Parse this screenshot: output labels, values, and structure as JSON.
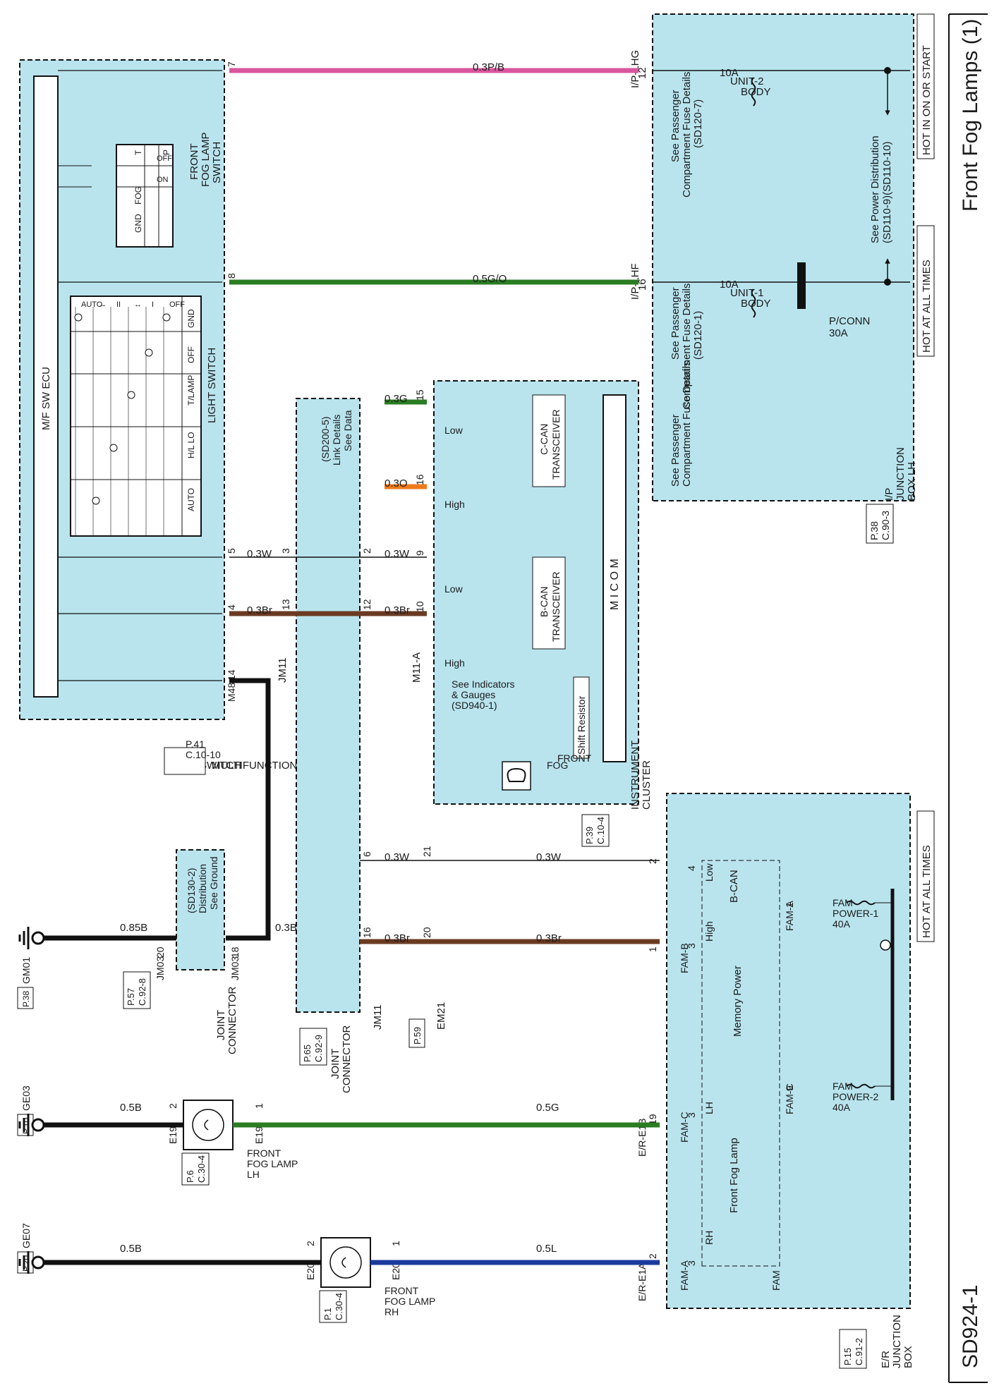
{
  "header": {
    "title": "Front Fog Lamps (1)",
    "code": "SD924-1"
  },
  "colors": {
    "module_fill": "#b9e4ee",
    "wire_pink": "#d9579e",
    "wire_green": "#2a7d22",
    "wire_green_orange": "#e07a10",
    "wire_orange": "#ef7a1a",
    "wire_brown": "#6b3a22",
    "wire_blue": "#1c3a9c",
    "wire_black": "#111111",
    "wire_white": "#ffffff",
    "ref_link": "#1b2ca8"
  },
  "ip_junction_box": {
    "labels": [
      "I/P",
      "JUNCTION",
      "BOX LH"
    ],
    "page": "P.38",
    "conn": "C.90-3",
    "hot_on_start": "HOT IN ON OR START",
    "hot_at_all_times": "HOT AT ALL TIMES",
    "power_dist": [
      "See Power Distribution",
      "(SD110-9)(SD110-10)"
    ],
    "pconn": [
      "P/CONN",
      "30A"
    ],
    "fuse_body2": [
      "BODY",
      "UNIT-2",
      "10A"
    ],
    "fuse_body1": [
      "BODY",
      "UNIT-1",
      "10A"
    ],
    "fuse_details_a": [
      "See Passenger",
      "Compartment Fuse Details",
      "(SD120-7)"
    ],
    "fuse_details_b": [
      "See Passenger",
      "Compartment Fuse Details",
      "(SD120-1)"
    ],
    "fuse_details_c": [
      "See Passenger",
      "Compartment Fuse Details"
    ],
    "pin12": "12",
    "pin16": "16",
    "conn_lhg": "I/P-LHG",
    "conn_lhf": "I/P-LHF"
  },
  "wires": {
    "pb": "0.3P/B",
    "go": "0.5G/O",
    "g": "0.3G",
    "o": "0.3O",
    "w": "0.3W",
    "br": "0.3Br",
    "b_3b": "0.3B",
    "b_85b": "0.85B",
    "g5": "0.5G",
    "l5": "0.5L",
    "b5": "0.5B"
  },
  "multifunction_switch": {
    "labels": [
      "MULTIFUNCTION",
      "SWITCH"
    ],
    "page": "P.41",
    "conn": "C.10-10",
    "ecu": "M/F SW ECU",
    "fog_switch_title": [
      "FRONT",
      "FOG LAMP",
      "SWITCH"
    ],
    "fog_cols": [
      "FOG",
      "GND"
    ],
    "fog_rows": [
      "OFF",
      "ON"
    ],
    "light_switch_title": "LIGHT SWITCH",
    "light_cols": [
      "GND",
      "OFF",
      "T/LAMP",
      "H/L LO",
      "AUTO"
    ],
    "light_rows": [
      "OFF",
      "I",
      "↔",
      "II",
      "↔",
      "AUTO"
    ],
    "corner_p": "P",
    "corner_t": "T",
    "pins": [
      "7",
      "8",
      "5",
      "4",
      "14"
    ],
    "m48": "M48"
  },
  "instrument_cluster": {
    "labels": [
      "INSTRUMENT",
      "CLUSTER"
    ],
    "page": "P.39",
    "conn": "C.10-4",
    "micom": "M I C O M",
    "c_can": [
      "C-CAN",
      "TRANSCEIVER"
    ],
    "b_can": [
      "B-CAN",
      "TRANSCEIVER"
    ],
    "shift": "Shift Resistor",
    "front_fog": [
      "FRONT",
      "FOG"
    ],
    "indicators": [
      "See Indicators",
      "& Gauges",
      "(SD940-1)"
    ],
    "low": "Low",
    "high": "High",
    "pins": [
      "15",
      "16",
      "9",
      "10"
    ],
    "m11a": "M11-A"
  },
  "data_link": {
    "labels": [
      "See Data",
      "Link Details",
      "(SD200-5)"
    ]
  },
  "joint_connector_jm11": {
    "labels": [
      "JOINT",
      "CONNECTOR"
    ],
    "page": "P.65",
    "conn": "C.92-9",
    "jm11": "JM11",
    "pins": [
      "3",
      "13",
      "2",
      "12",
      "6",
      "16"
    ]
  },
  "ground_jm03": {
    "labels": [
      "JOINT",
      "CONNECTOR"
    ],
    "page": "P.57",
    "conn": "C.92-8",
    "ground_dist": [
      "See Ground",
      "Distribution",
      "(SD130-2)"
    ],
    "jm03": "JM03",
    "pins": [
      "18",
      "20"
    ],
    "gm01": "GM01",
    "gm01_page": "P.38"
  },
  "em21": {
    "name": "EM21",
    "page": "P.59",
    "pins": [
      "21",
      "20"
    ]
  },
  "er_junction_box": {
    "labels": [
      "E/R",
      "JUNCTION",
      "BOX"
    ],
    "page": "P.15",
    "conn": "C.91-2",
    "hot_at_all_times": "HOT AT ALL TIMES",
    "fam_power1": [
      "FAM",
      "POWER-1",
      "40A"
    ],
    "fam_power2": [
      "FAM",
      "POWER-2",
      "40A"
    ],
    "fam_a": "FAM-A",
    "fam_b": "FAM-B",
    "fam_c": "FAM-C",
    "b_can": "B-CAN",
    "low": "Low",
    "high": "High",
    "memory_power": "Memory Power",
    "front_fog_lamp": "Front Fog Lamp",
    "lh": "LH",
    "rh": "RH",
    "fam": "FAM",
    "er_e1b": "E/R-E1B",
    "er_e1a": "E/R-E1A",
    "pins": {
      "fa1": "1",
      "fc9": "9",
      "p4": "4",
      "p3": "3",
      "p2": "2",
      "p1": "1",
      "p19": "19"
    }
  },
  "front_fog_lamp_lh": {
    "labels": [
      "FRONT",
      "FOG LAMP",
      "LH"
    ],
    "page": "P.6",
    "conn": "C.30-4",
    "e19": "E19",
    "pins": [
      "1",
      "2"
    ],
    "ground": "GE03",
    "ground_page": "P.10"
  },
  "front_fog_lamp_rh": {
    "labels": [
      "FRONT",
      "FOG LAMP",
      "RH"
    ],
    "page": "P.1",
    "conn": "C.30-4",
    "e20": "E20",
    "pins": [
      "1",
      "2"
    ],
    "ground": "GE07",
    "ground_page": "P.20"
  }
}
